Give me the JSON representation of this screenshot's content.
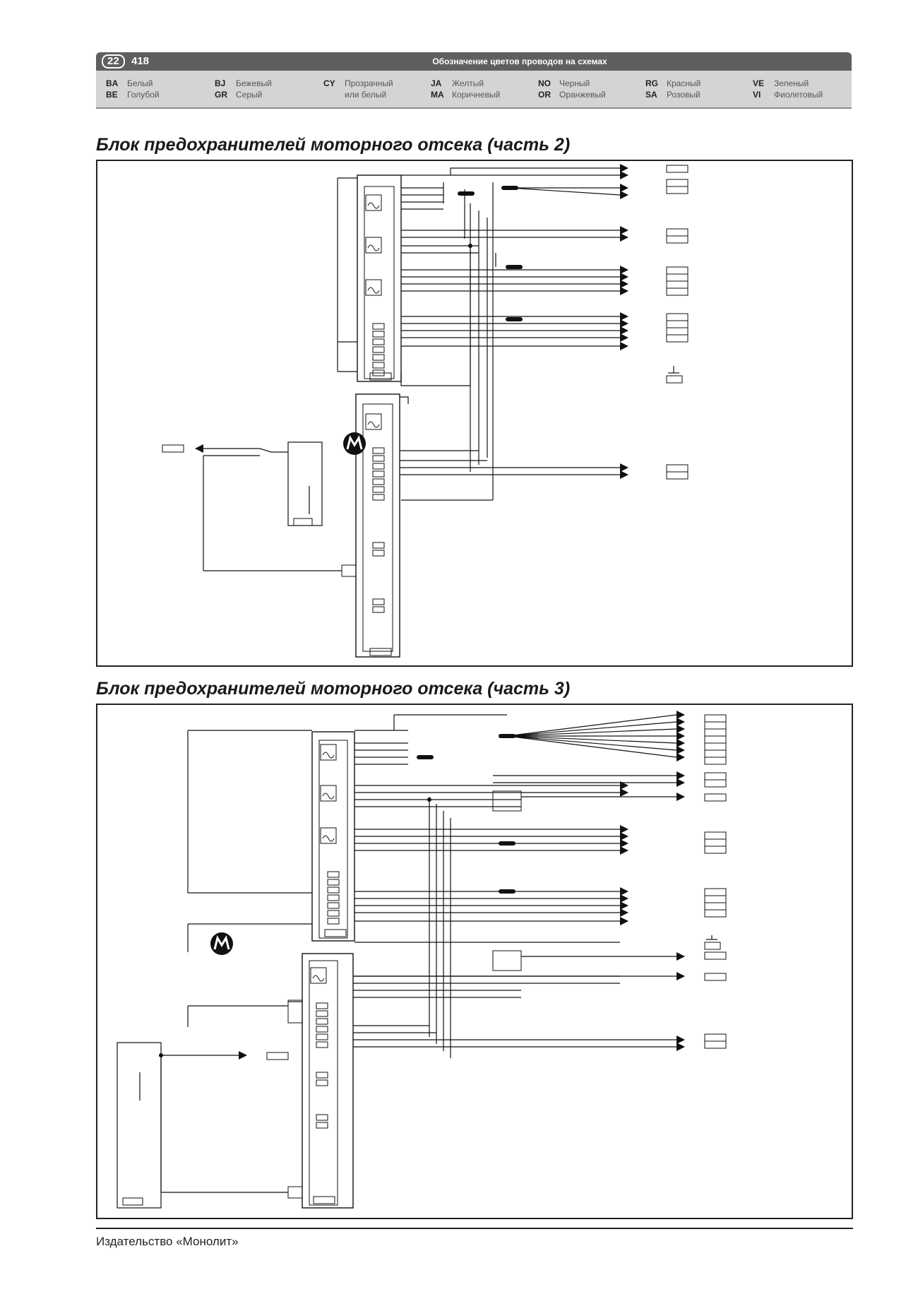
{
  "header": {
    "chapter": "22",
    "page": "418",
    "title": "Обозначение цветов проводов на схемах"
  },
  "legend": [
    {
      "code": "BA",
      "name": "Белый"
    },
    {
      "code": "BE",
      "name": "Голубой"
    },
    {
      "code": "BJ",
      "name": "Бежевый"
    },
    {
      "code": "GR",
      "name": "Серый"
    },
    {
      "code": "CY",
      "name": "Прозрачный или белый"
    },
    {
      "code": "JA",
      "name": "Желтый"
    },
    {
      "code": "MA",
      "name": "Коричневый"
    },
    {
      "code": "NO",
      "name": "Черный"
    },
    {
      "code": "OR",
      "name": "Оранжевый"
    },
    {
      "code": "RG",
      "name": "Красный"
    },
    {
      "code": "SA",
      "name": "Розовый"
    },
    {
      "code": "VE",
      "name": "Зеленый"
    },
    {
      "code": "VI",
      "name": "Фиолетовый"
    }
  ],
  "sections": [
    {
      "title": "Блок предохранителей моторного отсека (часть 2)"
    },
    {
      "title": "Блок предохранителей моторного отсека (часть 3)"
    }
  ],
  "footer": {
    "publisher": "Издательство «Монолит»"
  },
  "colors": {
    "header_bg": "#5f5f5f",
    "legend_bg": "#d4d4d4",
    "line": "#111111"
  }
}
